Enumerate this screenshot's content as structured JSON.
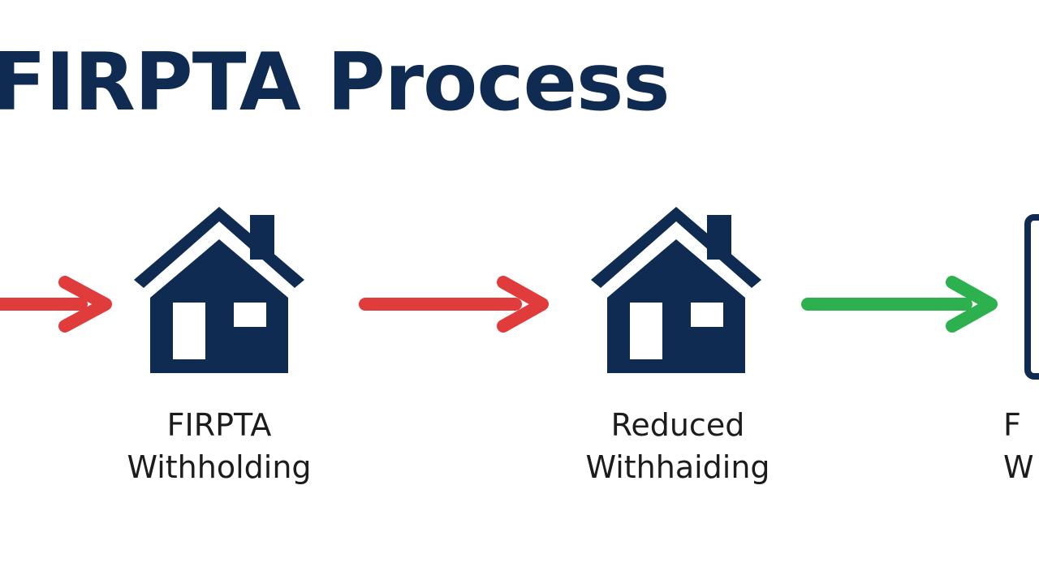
{
  "diagram": {
    "title": "FIRPTA Process",
    "colors": {
      "navy": "#0f2b52",
      "red_arrow": "#e03c3c",
      "green_arrow": "#2db04e",
      "label_text": "#1c1c1c"
    },
    "icons": [
      "house-icon",
      "house-icon",
      "document-icon"
    ],
    "arrows": [
      {
        "color": "red"
      },
      {
        "color": "red"
      },
      {
        "color": "green"
      }
    ],
    "steps": [
      {
        "line1": "FIRPTA",
        "line2": "Withholding"
      },
      {
        "line1": "Reduced",
        "line2": "Withhaiding"
      },
      {
        "line1": "F",
        "line2": "W"
      }
    ]
  }
}
